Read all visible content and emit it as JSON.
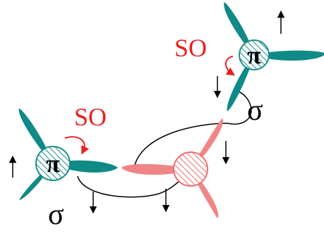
{
  "colors": {
    "teal": "#0f8a86",
    "pink": "#f08586",
    "red": "#e8201f",
    "hatch_teal": "#1c8e8a",
    "hatch_pink": "#ec6f6f",
    "line": "#000000"
  },
  "labels": {
    "so_center": "SO",
    "so_top": "SO",
    "pi_left": "π",
    "pi_right": "π",
    "sigma_left": "σ",
    "sigma_right": "σ"
  },
  "icons": [
    "lobe-shape",
    "hatched-circle-icon",
    "curved-red-arrow-icon",
    "spin-up-arrow-icon",
    "spin-down-arrow-icon"
  ]
}
